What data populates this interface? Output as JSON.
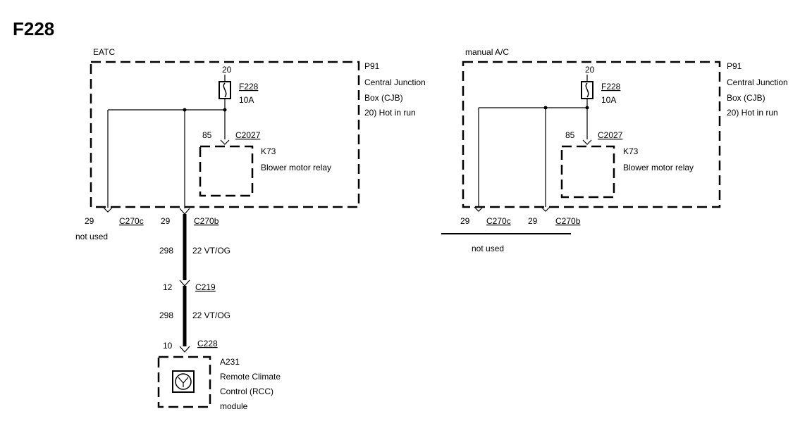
{
  "title": "F228",
  "eatc": {
    "label": "EATC",
    "cjb_id": "P91",
    "cjb_line1": "Central Junction",
    "cjb_line2": "Box (CJB)",
    "cjb_line3": "20)  Hot in run",
    "fuse_pin": "20",
    "fuse_id": "F228",
    "fuse_rating": "10A",
    "relay_pin": "85",
    "relay_conn": "C2027",
    "relay_id": "K73",
    "relay_name": "Blower motor relay",
    "pin_left": "29",
    "conn_left": "C270c",
    "pin_mid": "29",
    "conn_mid": "C270b",
    "not_used": "not used",
    "circuit1": "298",
    "wire1": "22 VT/OG",
    "c219_pin": "12",
    "c219": "C219",
    "circuit2": "298",
    "wire2": "22 VT/OG",
    "module_pin": "10",
    "module_conn": "C228",
    "module_id": "A231",
    "module_line1": "Remote Climate",
    "module_line2": "Control (RCC)",
    "module_line3": "module"
  },
  "manual": {
    "label": "manual A/C",
    "cjb_id": "P91",
    "cjb_line1": "Central Junction",
    "cjb_line2": "Box (CJB)",
    "cjb_line3": "20)  Hot in run",
    "fuse_pin": "20",
    "fuse_id": "F228",
    "fuse_rating": "10A",
    "relay_pin": "85",
    "relay_conn": "C2027",
    "relay_id": "K73",
    "relay_name": "Blower motor relay",
    "pin_left": "29",
    "conn_left": "C270c",
    "pin_mid": "29",
    "conn_mid": "C270b",
    "not_used": "not used"
  }
}
